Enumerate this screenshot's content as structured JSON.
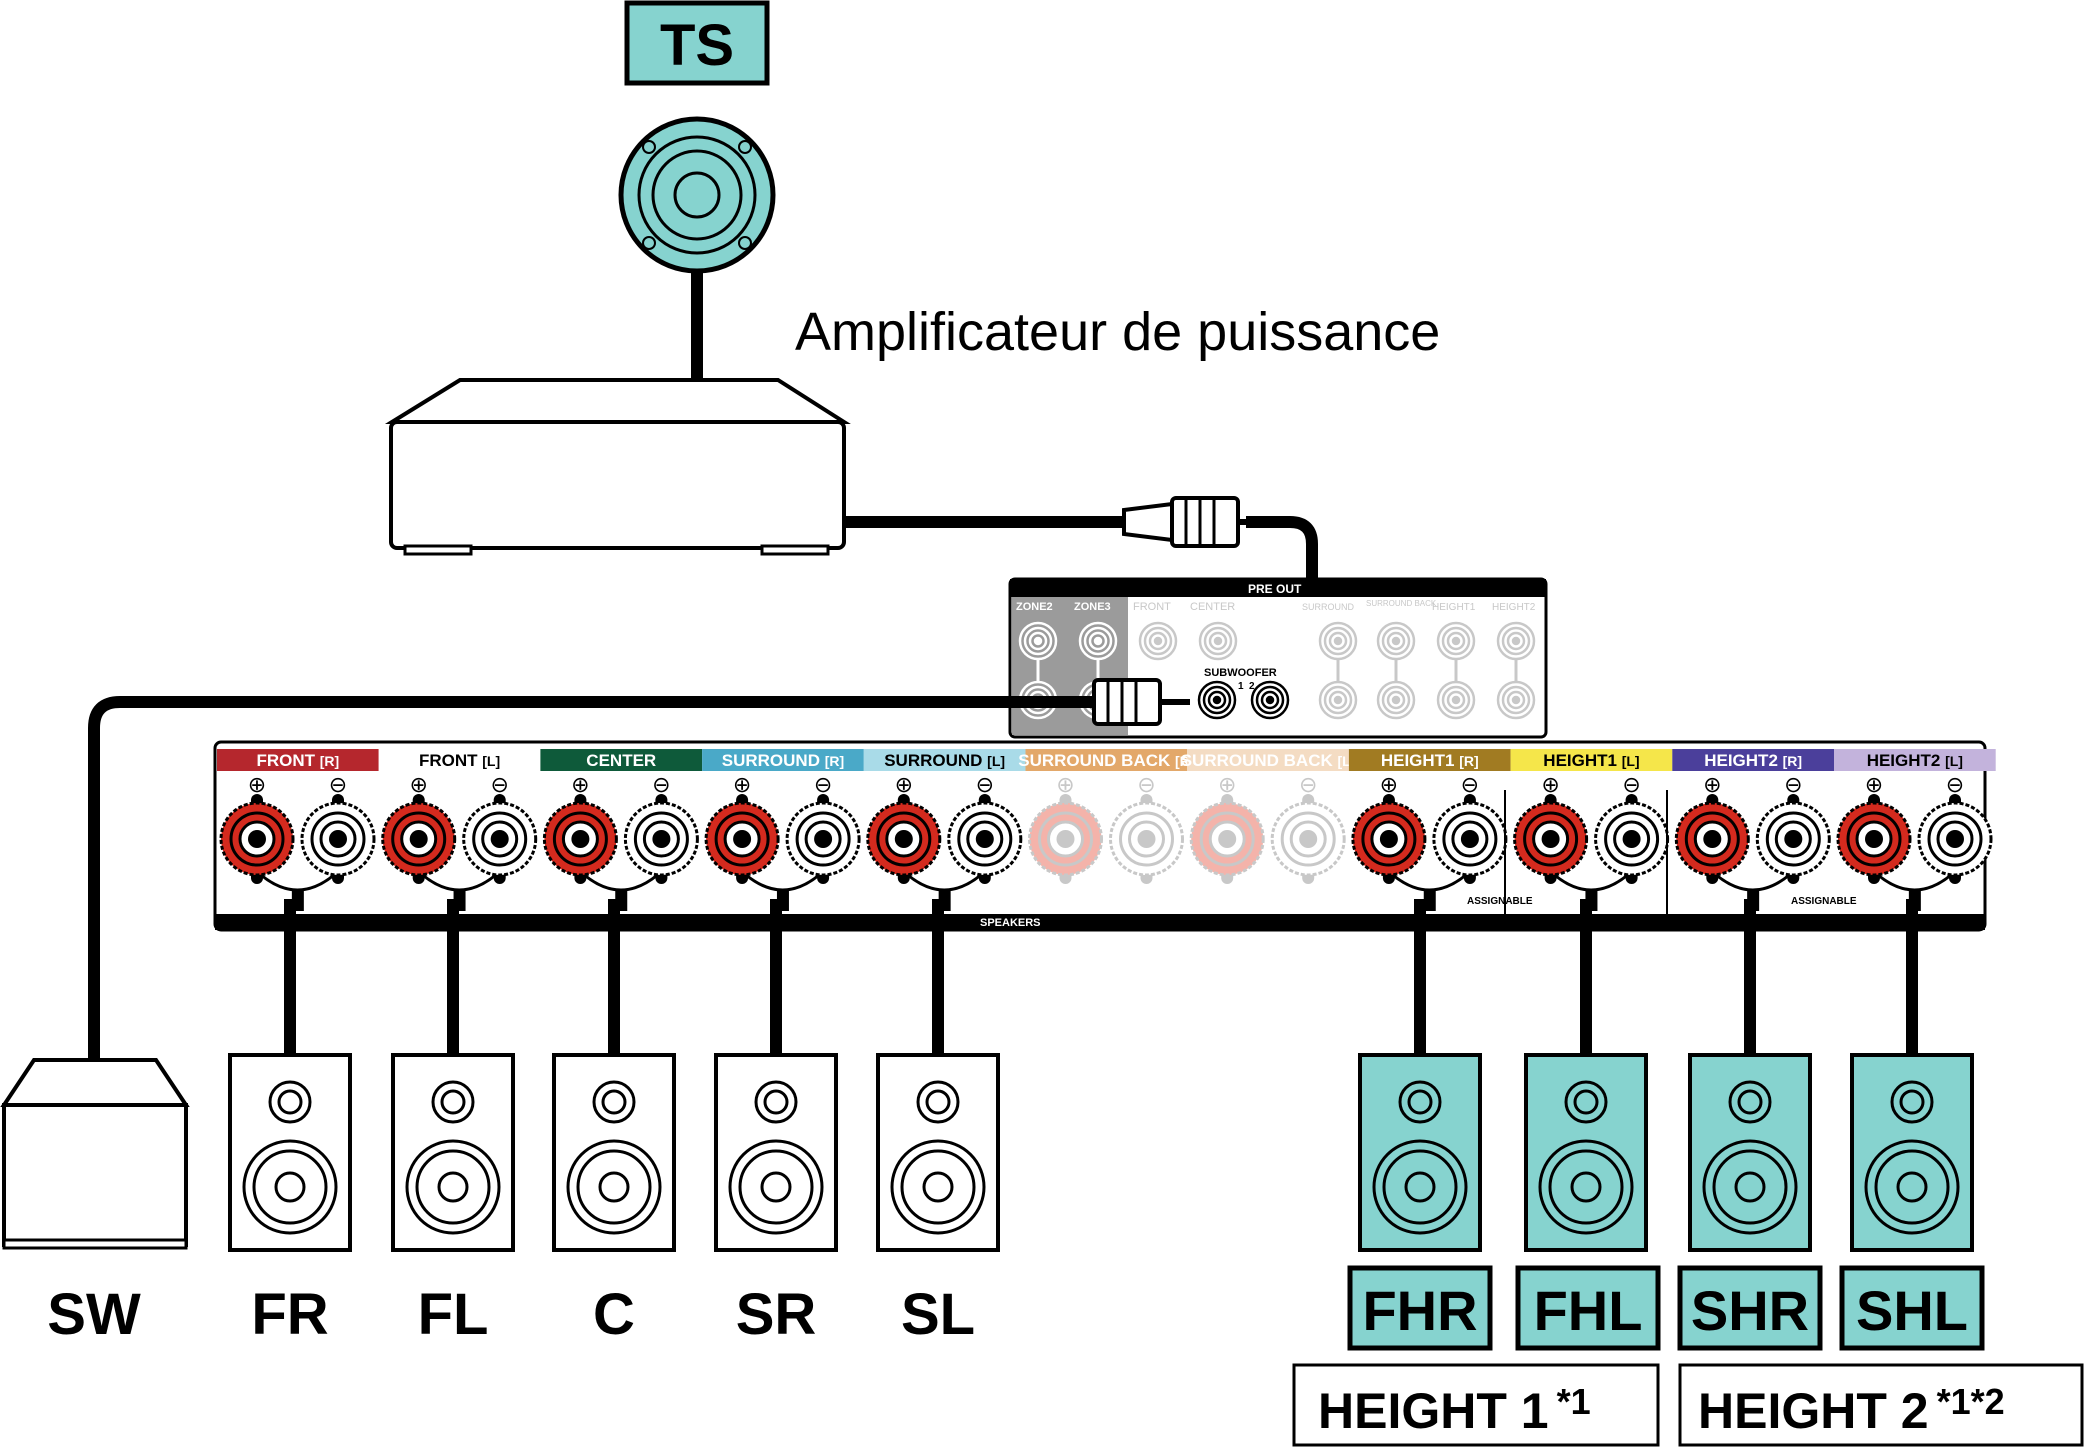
{
  "diagram": {
    "ts_label": "TS",
    "amp_label": "Amplificateur de puissance",
    "pre_out": {
      "title": "PRE OUT",
      "zone2": "ZONE2",
      "zone3": "ZONE3",
      "front": "FRONT",
      "center": "CENTER",
      "subwoofer": "SUBWOOFER",
      "sub1": "1",
      "sub2": "2",
      "surround": "SURROUND",
      "surround_back": "SURROUND BACK",
      "height1": "HEIGHT1",
      "height2": "HEIGHT2"
    },
    "speaker_terminals": {
      "channels": [
        {
          "name": "FRONT",
          "side": "R",
          "color": "#b5272d"
        },
        {
          "name": "FRONT",
          "side": "L",
          "color": "#ffffff"
        },
        {
          "name": "CENTER",
          "side": "",
          "color": "#0e5a3a"
        },
        {
          "name": "SURROUND",
          "side": "R",
          "color": "#4aa9c8"
        },
        {
          "name": "SURROUND",
          "side": "L",
          "color": "#a9dbe8"
        },
        {
          "name": "SURROUND BACK",
          "side": "R",
          "color": "#e3a86a"
        },
        {
          "name": "SURROUND BACK",
          "side": "L",
          "color": "#f4dcc3"
        },
        {
          "name": "HEIGHT1",
          "side": "R",
          "color": "#a17b22"
        },
        {
          "name": "HEIGHT1",
          "side": "L",
          "color": "#f5e64a"
        },
        {
          "name": "HEIGHT2",
          "side": "R",
          "color": "#4b3f9b"
        },
        {
          "name": "HEIGHT2",
          "side": "L",
          "color": "#c3b3dc"
        }
      ],
      "speakers_label": "SPEAKERS",
      "assignable_label": "ASSIGNABLE",
      "plus_symbol": "⊕",
      "minus_symbol": "⊖"
    },
    "speakers": [
      {
        "label": "SW"
      },
      {
        "label": "FR"
      },
      {
        "label": "FL"
      },
      {
        "label": "C"
      },
      {
        "label": "SR"
      },
      {
        "label": "SL"
      },
      {
        "label": "FHR"
      },
      {
        "label": "FHL"
      },
      {
        "label": "SHR"
      },
      {
        "label": "SHL"
      }
    ],
    "height1_label": "HEIGHT 1",
    "height1_note": "*1",
    "height2_label": "HEIGHT 2",
    "height2_note": "*1*2",
    "colors": {
      "teal": "#86d3cf",
      "red_terminal": "#d42a1e",
      "faded_red": "#f4b3aa",
      "gray_panel": "#9b9b9b"
    }
  }
}
